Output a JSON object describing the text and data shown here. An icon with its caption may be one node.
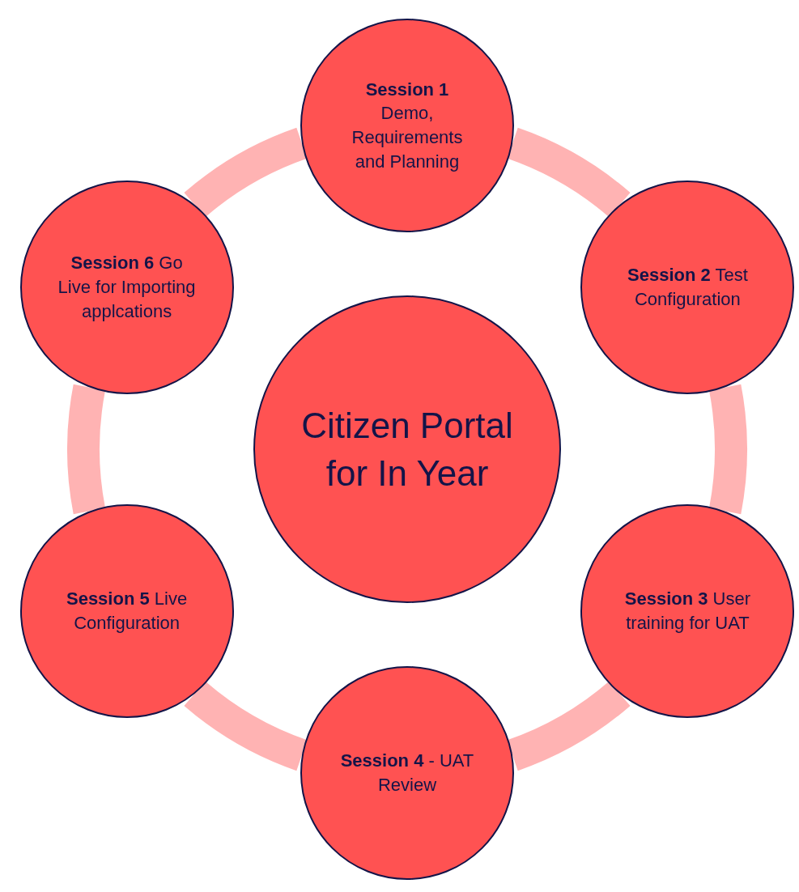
{
  "diagram": {
    "nodes": [
      {
        "text": [
          "Citizen Portal for In Year"
        ]
      },
      {
        "text": [
          "**Session 1** Demo, Requirements and Planning"
        ]
      },
      {
        "text": [
          "**Session 2** Test Configuration"
        ]
      },
      {
        "text": [
          "**Session 3** User training for UAT"
        ]
      },
      {
        "text": [
          "**Session 4** - UAT Review"
        ]
      },
      {
        "text": [
          "**Session 5** Live Configuration"
        ]
      },
      {
        "text": [
          "**Session 6** Go Live for Importing applcations"
        ]
      }
    ],
    "edges": [
      {
        "from": 1,
        "to": 2,
        "arrow": "none"
      },
      {
        "from": 2,
        "to": 3,
        "arrow": "none"
      },
      {
        "from": 3,
        "to": 4,
        "arrow": "none"
      },
      {
        "from": 4,
        "to": 5,
        "arrow": "none"
      },
      {
        "from": 5,
        "to": 6,
        "arrow": "none"
      },
      {
        "from": 6,
        "to": 1,
        "arrow": "none"
      }
    ]
  }
}
